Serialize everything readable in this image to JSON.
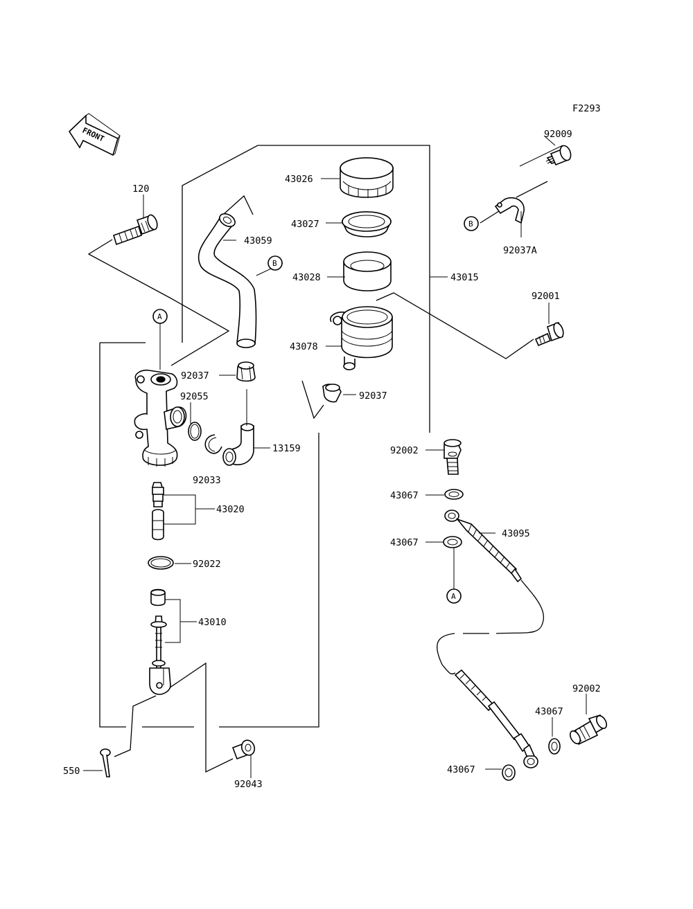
{
  "diagram": {
    "figure_code": "F2293",
    "front_arrow_label": "FRONT",
    "refs": {
      "a": "A",
      "b": "B"
    },
    "labels": {
      "p92009": "92009",
      "p92037A": "92037A",
      "p120": "120",
      "p43026": "43026",
      "p43027": "43027",
      "p43028": "43028",
      "p43015": "43015",
      "p43059": "43059",
      "p92001": "92001",
      "p43078": "43078",
      "p92037_top": "92037",
      "p92037_mid": "92037",
      "p92055": "92055",
      "p13159": "13159",
      "p92002_top": "92002",
      "p92033": "92033",
      "p43020": "43020",
      "p43067_a": "43067",
      "p43095": "43095",
      "p43067_b": "43067",
      "p92022": "92022",
      "p43010": "43010",
      "p92002_bot": "92002",
      "p43067_c": "43067",
      "p550": "550",
      "p43067_d": "43067",
      "p92043": "92043"
    }
  }
}
